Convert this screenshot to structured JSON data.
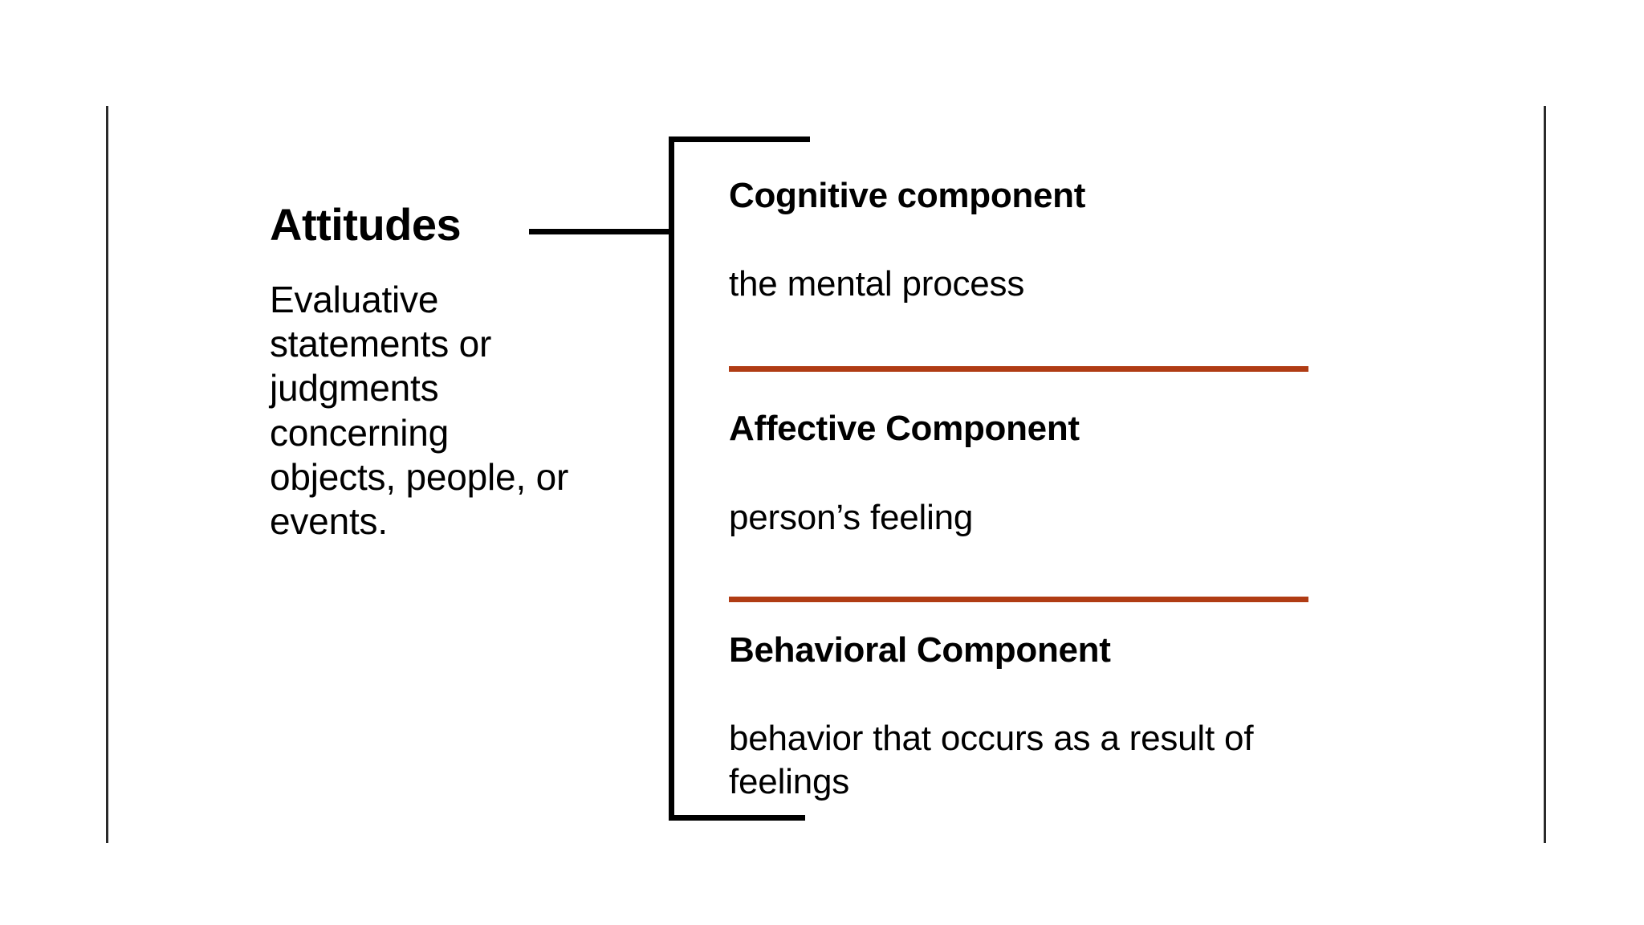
{
  "slide": {
    "accent_color": "#b03c14",
    "rule_color": "#2b2b2b",
    "text_color": "#000000",
    "background": "#ffffff"
  },
  "left": {
    "title": "Attitudes",
    "definition": "Evaluative statements or judgments concerning objects, people, or events."
  },
  "components": [
    {
      "heading": "Cognitive component",
      "body": "the mental process"
    },
    {
      "heading": "Affective Component",
      "body": "person’s feeling"
    },
    {
      "heading": "Behavioral Component",
      "body": "behavior that occurs as a result of feelings"
    }
  ]
}
